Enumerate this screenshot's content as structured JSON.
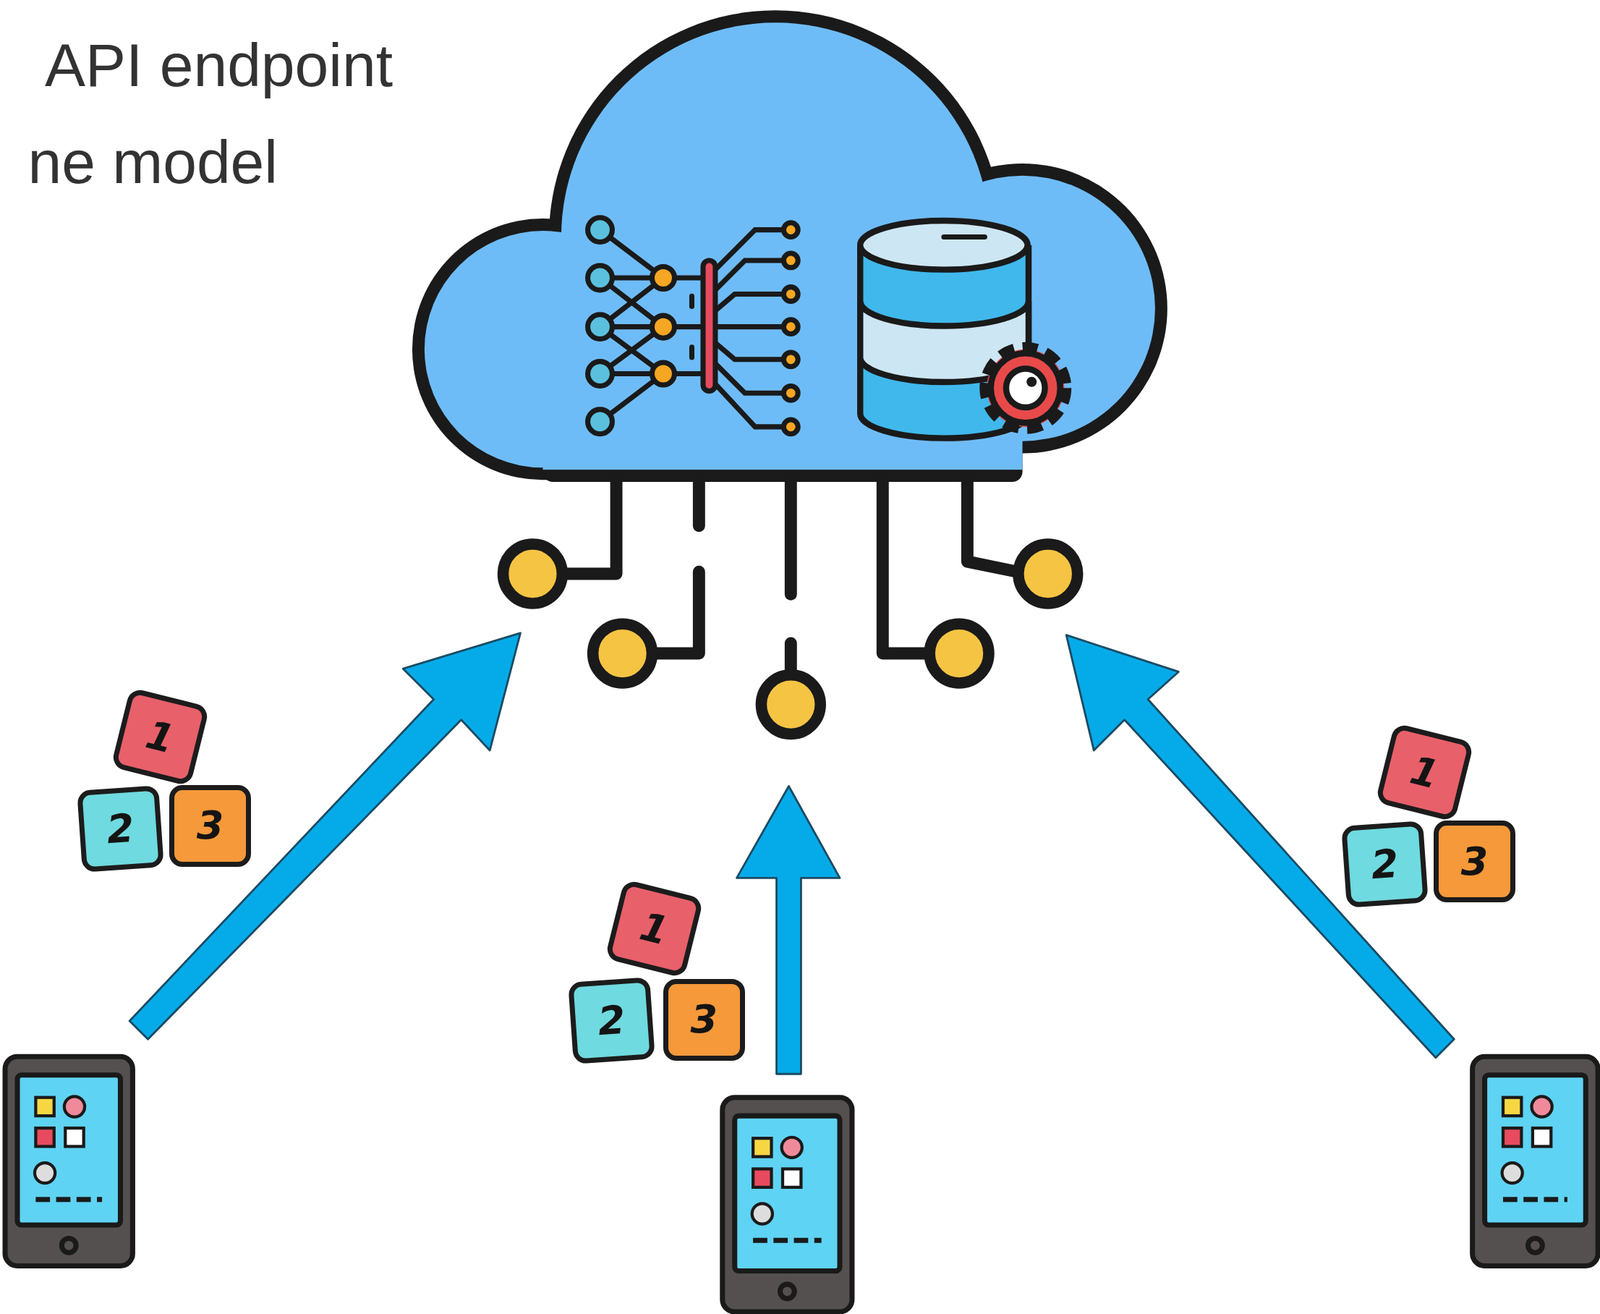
{
  "diagram": {
    "nodes": [
      {
        "text": [
          "1"
        ]
      },
      {
        "text": [
          "2"
        ]
      },
      {
        "text": [
          "3"
        ]
      },
      {
        "text": [
          "1"
        ]
      },
      {
        "text": [
          "2"
        ]
      },
      {
        "text": [
          "3"
        ]
      },
      {
        "text": [
          "1"
        ]
      },
      {
        "text": [
          "2"
        ]
      },
      {
        "text": [
          "3"
        ]
      }
    ],
    "labels": [
      "API endpoint",
      "ne model"
    ]
  }
}
